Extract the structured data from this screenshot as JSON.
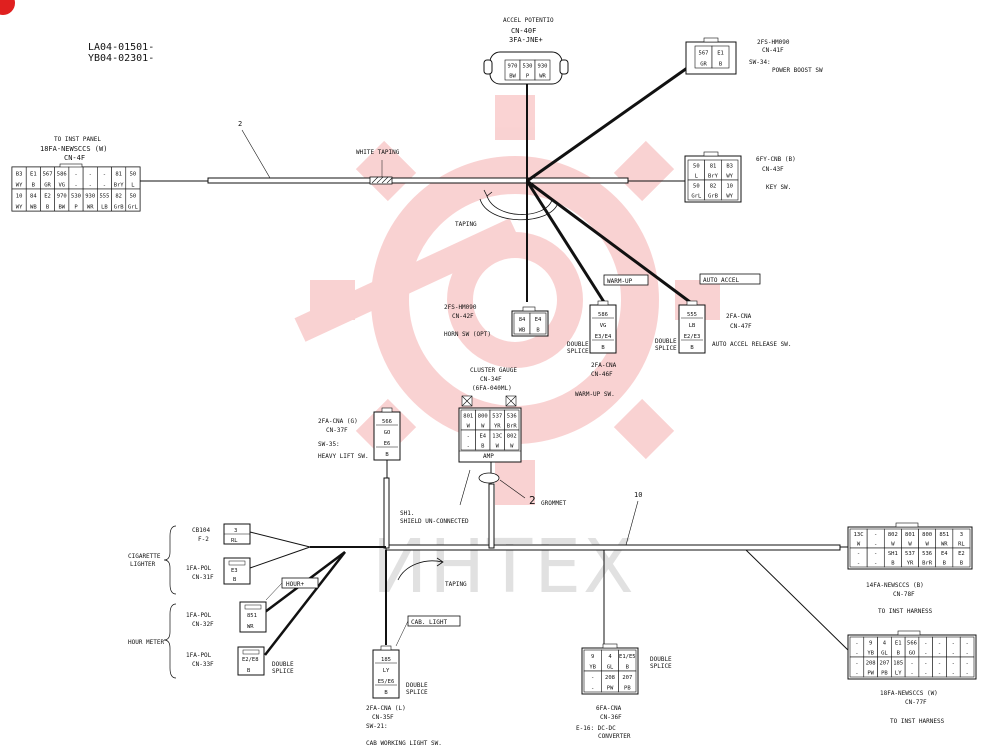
{
  "model_codes": [
    "LA04-01501-",
    "YB04-02301-"
  ],
  "upper_harness": {
    "callout": "2",
    "white_taping": "WHITE TAPING",
    "taping": "TAPING"
  },
  "lower_harness": {
    "callout": "10",
    "taping": "TAPING",
    "shield_line1": "SH1.",
    "shield_line2": "SHIELD UN-CONNECTED"
  },
  "grommet": {
    "callout": "2",
    "label": "GROMMET"
  },
  "connectors": {
    "cn4f": {
      "top": "TO INST PANEL",
      "type": "18FA-NEWSCCS (W)",
      "id": "CN-4F",
      "row1": [
        "B3",
        "E1",
        "567",
        "586",
        "-",
        "-",
        "-",
        "81",
        "50"
      ],
      "row2": [
        "WY",
        "B",
        "GR",
        "VG",
        "-",
        "-",
        "-",
        "BrY",
        "L"
      ],
      "row3": [
        "10",
        "84",
        "E2",
        "970",
        "530",
        "930",
        "555",
        "82",
        "50"
      ],
      "row4": [
        "WY",
        "WB",
        "B",
        "BW",
        "P",
        "WR",
        "LB",
        "GrB",
        "GrL"
      ]
    },
    "cn40f": {
      "title": "ACCEL POTENTIO",
      "id": "CN-40F",
      "type": "3FA-JNE+",
      "pins": [
        "970",
        "530",
        "930"
      ],
      "colors": [
        "BW",
        "P",
        "WR"
      ]
    },
    "cn41f": {
      "type": "2FS-HM090",
      "id": "CN-41F",
      "sw": "SW-34:",
      "desc": "POWER BOOST SW",
      "pins": [
        "567",
        "E1"
      ],
      "colors": [
        "GR",
        "B"
      ]
    },
    "cn43f": {
      "type": "6FY-CNB (B)",
      "id": "CN-43F",
      "desc": "KEY SW.",
      "row1": [
        "50",
        "81",
        "B3"
      ],
      "row2": [
        "L",
        "BrY",
        "WY"
      ],
      "row3": [
        "50",
        "82",
        "10"
      ],
      "row4": [
        "GrL",
        "GrB",
        "WY"
      ]
    },
    "cn42f": {
      "type": "2FS-HM090",
      "id": "CN-42F",
      "desc": "HORN SW (OPT)",
      "pins": [
        "84",
        "E4"
      ],
      "colors": [
        "WB",
        "B"
      ]
    },
    "cn46f": {
      "tag": "WARM-UP",
      "type": "2FA-CNA",
      "id": "CN-46F",
      "splice1": "DOUBLE",
      "splice2": "SPLICE",
      "desc": "WARM-UP SW.",
      "pin1": "586",
      "col1": "VG",
      "pin2": "E3/E4",
      "col2": "B"
    },
    "cn47f": {
      "tag": "AUTO ACCEL",
      "type": "2FA-CNA",
      "id": "CN-47F",
      "splice1": "DOUBLE",
      "splice2": "SPLICE",
      "desc": "AUTO ACCEL RELEASE SW.",
      "pin1": "555",
      "col1": "LB",
      "pin2": "E2/E3",
      "col2": "B"
    },
    "cn34f": {
      "title": "CLUSTER GAUGE",
      "id": "CN-34F",
      "type": "(6FA-040ML)",
      "row1": [
        "801",
        "800",
        "537",
        "536"
      ],
      "row2": [
        "W",
        "W",
        "YR",
        "BrR"
      ],
      "row3": [
        "-",
        "E4",
        "13C",
        "802"
      ],
      "row4": [
        "-",
        "B",
        "W",
        "W"
      ],
      "amp": "AMP"
    },
    "cn37f": {
      "type": "2FA-CNA (G)",
      "id": "CN-37F",
      "sw": "SW-35:",
      "desc": "HEAVY LIFT SW.",
      "pin1": "566",
      "col1": "GO",
      "pin2": "E6",
      "col2": "B"
    },
    "f2": {
      "type": "CB104",
      "id": "F-2",
      "pin": "3",
      "color": "RL"
    },
    "cigarette": {
      "line1": "CIGARETTE",
      "line2": "LIGHTER"
    },
    "cn31f": {
      "type": "1FA-POL",
      "id": "CN-31F",
      "pin": "E3",
      "color": "B"
    },
    "hour_tag": "HOUR+",
    "hour_meter": "HOUR METER",
    "cn32f": {
      "type": "1FA-POL",
      "id": "CN-32F",
      "pin": "851",
      "color": "WR"
    },
    "cn33f": {
      "type": "1FA-POL",
      "id": "CN-33F",
      "pin": "E2/E8",
      "color": "B",
      "splice1": "DOUBLE",
      "splice2": "SPLICE"
    },
    "cn35f": {
      "tag": "CAB. LIGHT",
      "type": "2FA-CNA (L)",
      "id": "CN-35F",
      "sw": "SW-21:",
      "desc": "CAB WORKING LIGHT SW.",
      "splice1": "DOUBLE",
      "splice2": "SPLICE",
      "pin1": "185",
      "col1": "LY",
      "pin2": "E5/E6",
      "col2": "B"
    },
    "cn36f": {
      "type": "6FA-CNA",
      "id": "CN-36F",
      "desc1": "E-16: DC-DC",
      "desc2": "CONVERTER",
      "splice1": "DOUBLE",
      "splice2": "SPLICE",
      "row1": [
        "9",
        "4",
        "E1/E5"
      ],
      "row2": [
        "YB",
        "GL",
        "B"
      ],
      "row3": [
        "-",
        "208",
        "207"
      ],
      "row4": [
        "-",
        "PW",
        "PB"
      ]
    },
    "cn78f": {
      "type": "14FA-NEWSCCS (B)",
      "id": "CN-78F",
      "desc": "TO INST HARNESS",
      "row1": [
        "13C",
        "-",
        "802",
        "801",
        "800",
        "851",
        "3"
      ],
      "row2": [
        "W",
        "-",
        "W",
        "W",
        "W",
        "WR",
        "RL"
      ],
      "row3": [
        "-",
        "-",
        "SH1",
        "537",
        "536",
        "E4",
        "E2"
      ],
      "row4": [
        "-",
        "-",
        "B",
        "YR",
        "BrR",
        "B",
        "B"
      ]
    },
    "cn77f": {
      "type": "18FA-NEWSCCS (W)",
      "id": "CN-77F",
      "desc": "TO INST HARNESS",
      "row1": [
        "-",
        "9",
        "4",
        "E1",
        "566",
        "-",
        "-",
        "-",
        "-"
      ],
      "row2": [
        "-",
        "YB",
        "GL",
        "B",
        "GO",
        "-",
        "-",
        "-",
        "-"
      ],
      "row3": [
        "-",
        "208",
        "207",
        "185",
        "-",
        "-",
        "-",
        "-",
        "-"
      ],
      "row4": [
        "-",
        "PW",
        "PB",
        "LY",
        "-",
        "-",
        "-",
        "-",
        "-"
      ]
    }
  },
  "watermark": "ИНТЕХ",
  "colors": {
    "ink": "#111111",
    "watermark_red": "#f08080",
    "corner_badge": "#e0201f"
  }
}
